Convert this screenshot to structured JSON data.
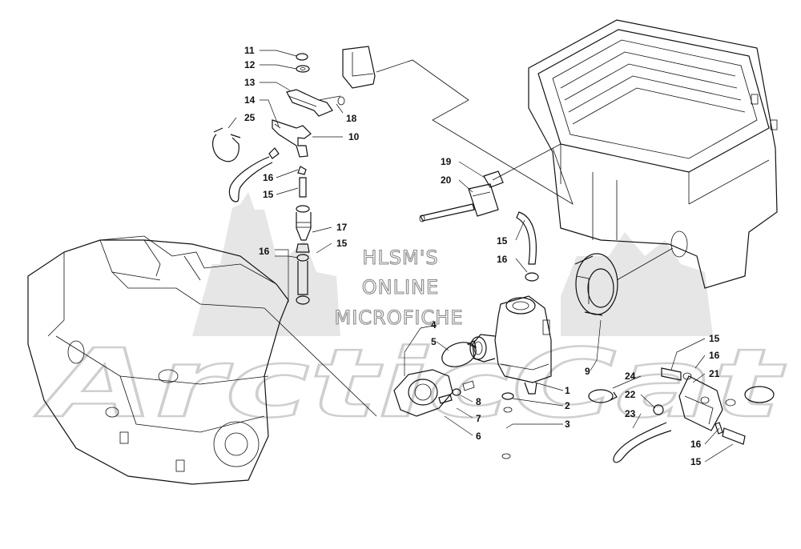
{
  "watermark": {
    "lines": [
      "HLSM'S",
      "ONLINE",
      "MICROFICHE"
    ],
    "brand": "ArcticCat"
  },
  "callouts": [
    {
      "id": "c1",
      "text": "11"
    },
    {
      "id": "c2",
      "text": "12"
    },
    {
      "id": "c3",
      "text": "13"
    },
    {
      "id": "c4",
      "text": "14"
    },
    {
      "id": "c5",
      "text": "25"
    },
    {
      "id": "c6",
      "text": "18"
    },
    {
      "id": "c7",
      "text": "10"
    },
    {
      "id": "c8",
      "text": "16"
    },
    {
      "id": "c9",
      "text": "15"
    },
    {
      "id": "c10",
      "text": "17"
    },
    {
      "id": "c11",
      "text": "16"
    },
    {
      "id": "c12",
      "text": "15"
    },
    {
      "id": "c13",
      "text": "19"
    },
    {
      "id": "c14",
      "text": "20"
    },
    {
      "id": "c15",
      "text": "15"
    },
    {
      "id": "c16",
      "text": "16"
    },
    {
      "id": "c17",
      "text": "4"
    },
    {
      "id": "c18",
      "text": "5"
    },
    {
      "id": "c19",
      "text": "9"
    },
    {
      "id": "c20",
      "text": "1"
    },
    {
      "id": "c21",
      "text": "2"
    },
    {
      "id": "c22",
      "text": "3"
    },
    {
      "id": "c23",
      "text": "8"
    },
    {
      "id": "c24",
      "text": "7"
    },
    {
      "id": "c25",
      "text": "6"
    },
    {
      "id": "c26",
      "text": "15"
    },
    {
      "id": "c27",
      "text": "16"
    },
    {
      "id": "c28",
      "text": "21"
    },
    {
      "id": "c29",
      "text": "24"
    },
    {
      "id": "c30",
      "text": "22"
    },
    {
      "id": "c31",
      "text": "23"
    },
    {
      "id": "c32",
      "text": "16"
    },
    {
      "id": "c33",
      "text": "15"
    }
  ]
}
